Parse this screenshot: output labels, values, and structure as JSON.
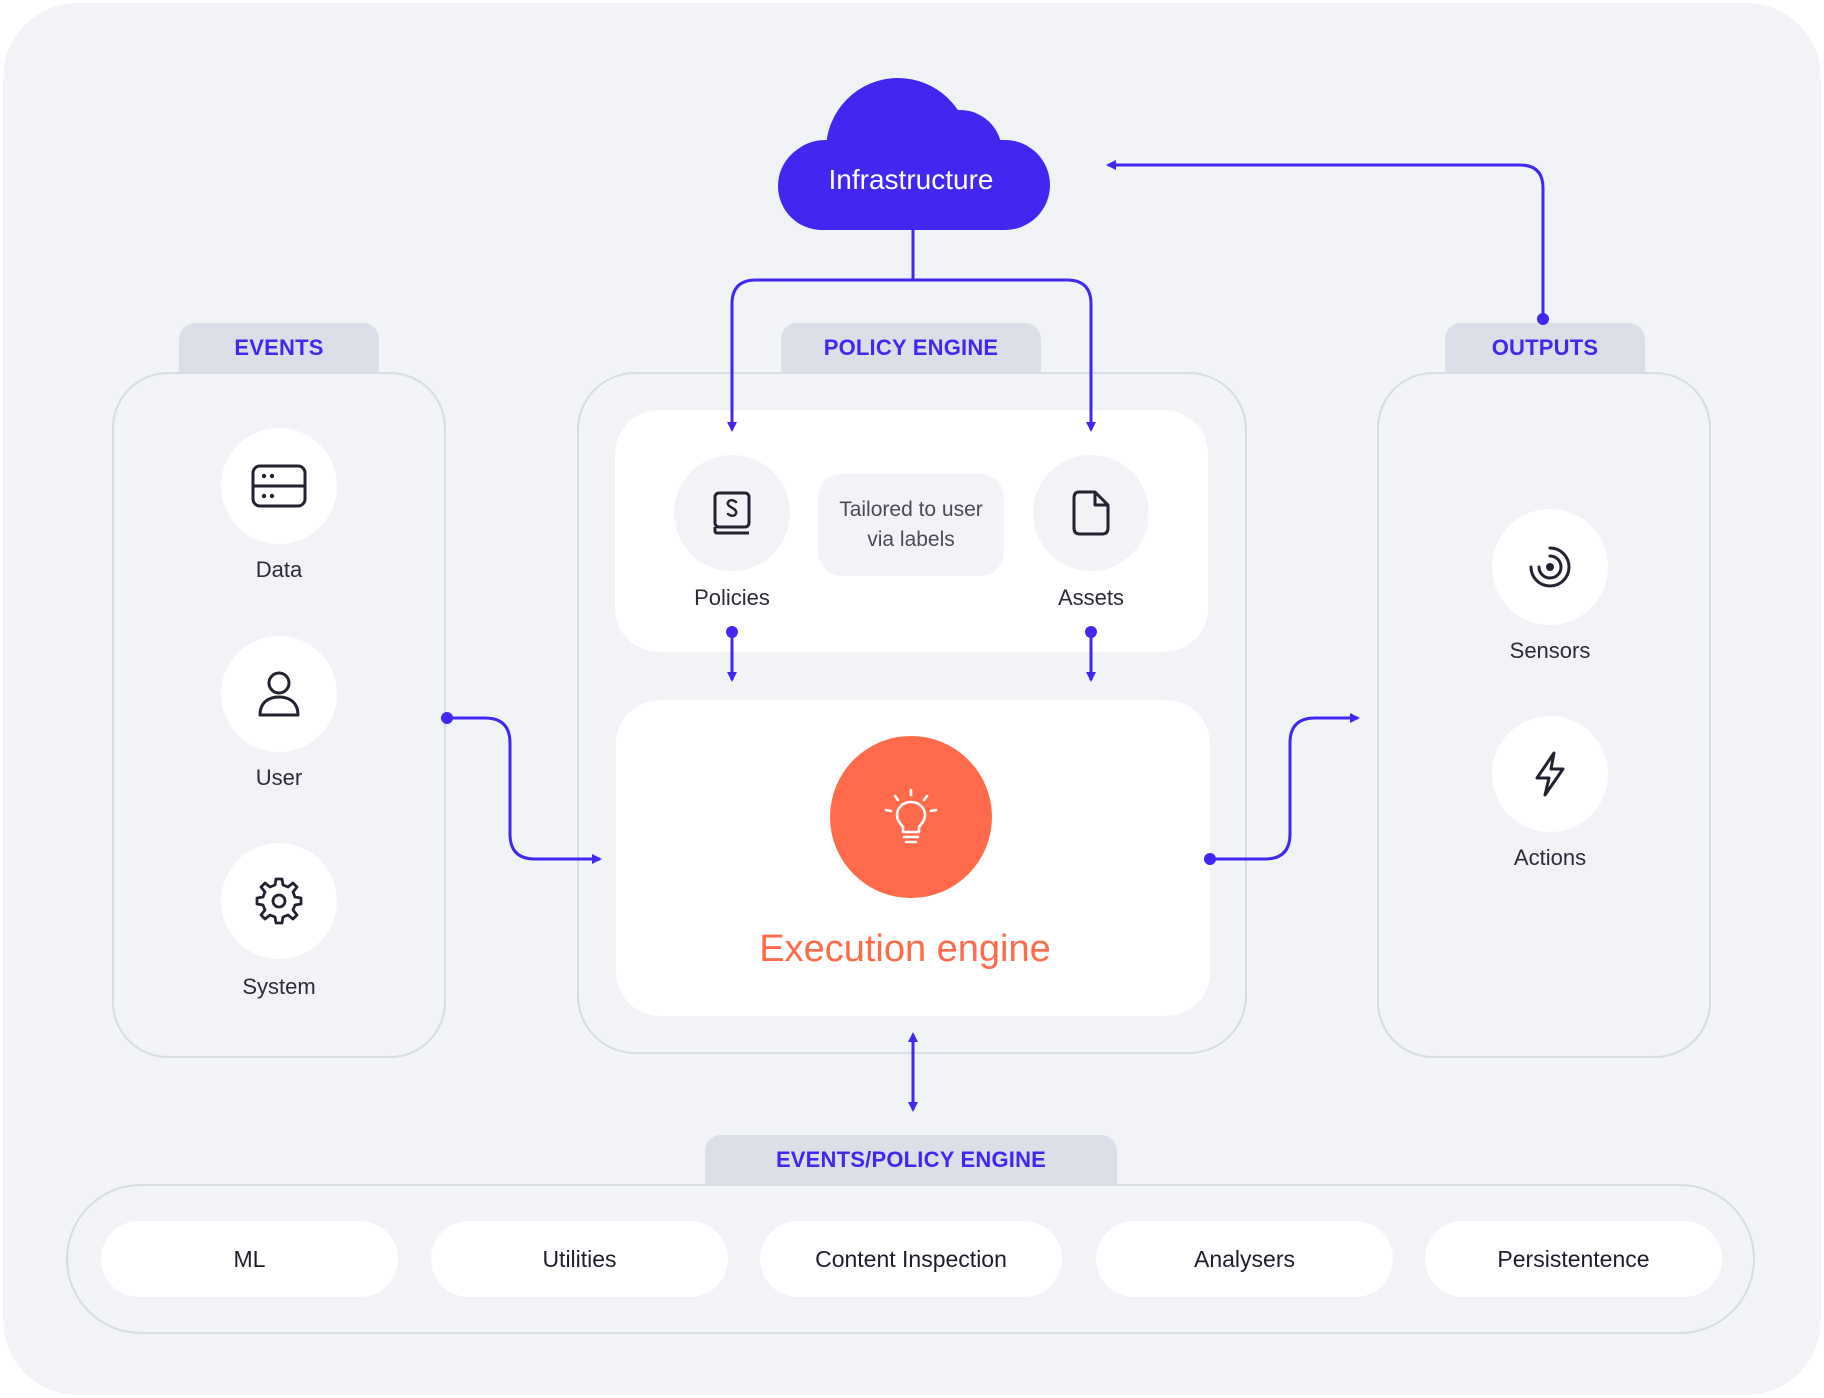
{
  "colors": {
    "accent": "#4326f0",
    "execution": "#ff6b4a",
    "background": "#f2f3f7",
    "panel_border": "#d8dbe3"
  },
  "infrastructure": {
    "label": "Infrastructure",
    "icon": "cloud-shape"
  },
  "events": {
    "title": "EVENTS",
    "items": [
      {
        "label": "Data",
        "icon": "server-icon"
      },
      {
        "label": "User",
        "icon": "user-icon"
      },
      {
        "label": "System",
        "icon": "gear-icon"
      }
    ]
  },
  "policy_engine": {
    "title": "POLICY ENGINE",
    "policies": {
      "label": "Policies",
      "icon": "policy-book-icon"
    },
    "assets": {
      "label": "Assets",
      "icon": "document-icon"
    },
    "note": "Tailored to user via labels",
    "execution": {
      "label": "Execution engine",
      "icon": "lightbulb-icon"
    }
  },
  "outputs": {
    "title": "OUTPUTS",
    "items": [
      {
        "label": "Sensors",
        "icon": "sensor-icon"
      },
      {
        "label": "Actions",
        "icon": "lightning-icon"
      }
    ]
  },
  "bottom": {
    "title": "EVENTS/POLICY ENGINE",
    "items": [
      "ML",
      "Utilities",
      "Content Inspection",
      "Analysers",
      "Persistentence"
    ]
  }
}
